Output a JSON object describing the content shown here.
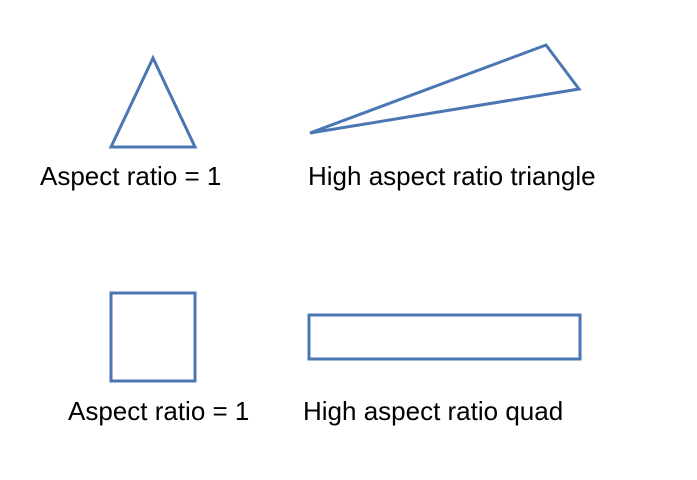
{
  "colors": {
    "shape_stroke": "#4a76b4",
    "text": "#000000",
    "background": "#ffffff"
  },
  "labels": {
    "equilateral_triangle": "Aspect ratio = 1",
    "high_aspect_triangle": "High aspect ratio triangle",
    "square": "Aspect ratio = 1",
    "high_aspect_quad": "High aspect ratio quad"
  }
}
